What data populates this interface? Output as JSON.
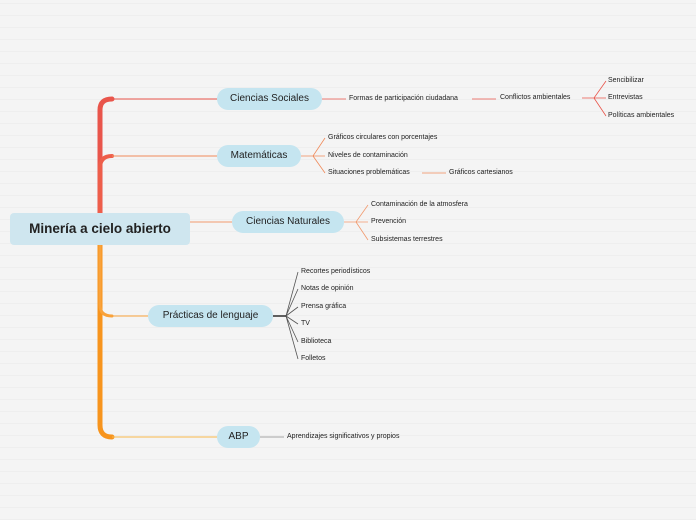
{
  "map": {
    "root": "Minería a cielo abierto",
    "branches": [
      {
        "label": "Ciencias Sociales",
        "color": "#e85a4f",
        "children": [
          {
            "label": "Formas de participación ciudadana",
            "children": [
              {
                "label": "Conflictos ambientales",
                "children": [
                  "Sencibilizar",
                  "Entrevistas",
                  "Políticas ambientales"
                ]
              }
            ]
          }
        ]
      },
      {
        "label": "Matemáticas",
        "color": "#f08a5a",
        "children": [
          {
            "label": "Gráficos circulares con porcentajes"
          },
          {
            "label": "Niveles de contaminación"
          },
          {
            "label": "Situaciones problemáticas",
            "children": [
              "Gráficos cartesianos"
            ]
          }
        ]
      },
      {
        "label": "Ciencias Naturales",
        "color": "#f29a6e",
        "children": [
          {
            "label": "Contaminación de la atmosfera"
          },
          {
            "label": "Prevención"
          },
          {
            "label": "Subsistemas terrestres"
          }
        ]
      },
      {
        "label": "Prácticas de lenguaje",
        "color": "#f9a23a",
        "children": [
          {
            "label": "Recortes periodísticos"
          },
          {
            "label": "Notas de opinión"
          },
          {
            "label": "Prensa gráfica"
          },
          {
            "label": "TV"
          },
          {
            "label": "Biblioteca"
          },
          {
            "label": "Folletos"
          }
        ]
      },
      {
        "label": "ABP",
        "color": "#f7b84a",
        "children": [
          {
            "label": "Aprendizajes significativos y propios"
          }
        ]
      }
    ]
  }
}
